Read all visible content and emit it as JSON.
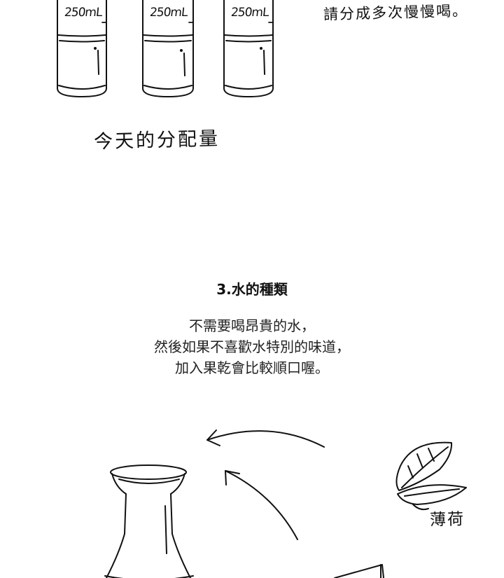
{
  "cups": [
    {
      "label": "250mL"
    },
    {
      "label": "250mL"
    },
    {
      "label": "250mL"
    }
  ],
  "note_text": "請分成多次慢慢喝。",
  "caption_top": "今天的分配量",
  "section": {
    "title": "3.水的種類",
    "lines": [
      "不需要喝昂貴的水，",
      "然後如果不喜歡水特別的味道，",
      "加入果乾會比較順口喔。"
    ]
  },
  "mint_label": "薄荷"
}
